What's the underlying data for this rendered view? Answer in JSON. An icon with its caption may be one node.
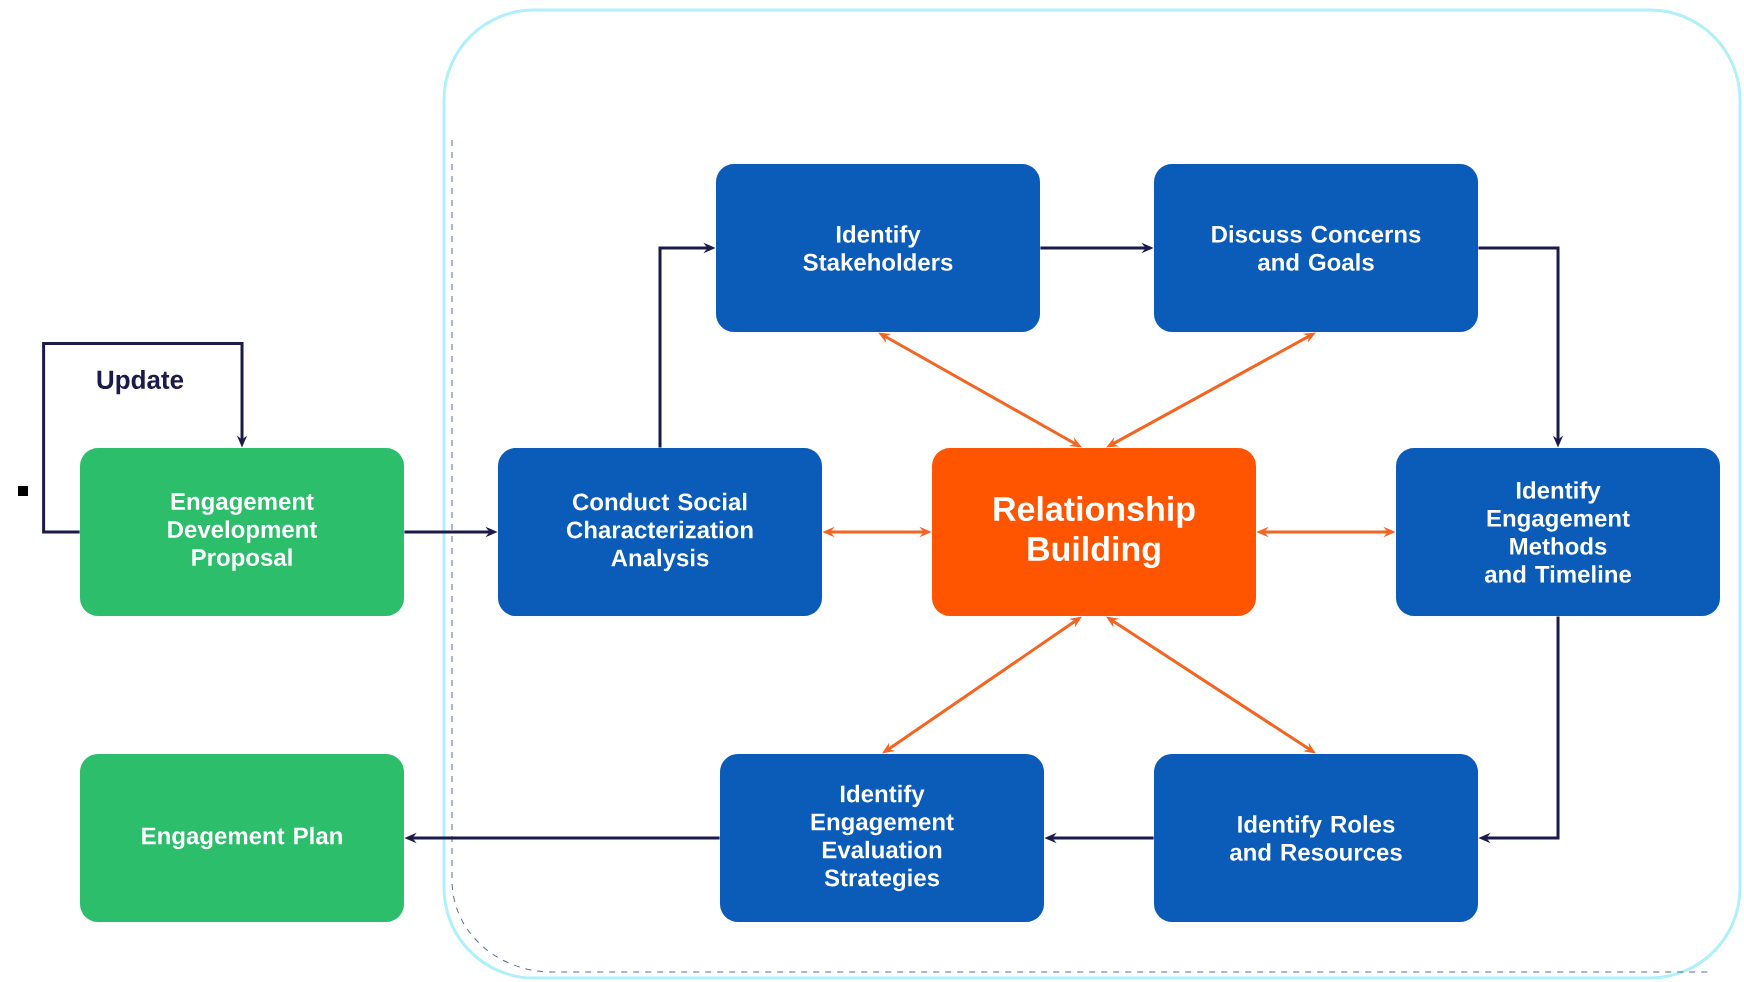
{
  "diagram": {
    "nodes": [
      {
        "text": [
          "Engagement Development Proposal"
        ]
      },
      {
        "text": [
          "Conduct Social Characterization Analysis"
        ]
      },
      {
        "text": [
          "Identify Stakeholders"
        ]
      },
      {
        "text": [
          "Discuss Concerns and Goals"
        ]
      },
      {
        "text": [
          "Relationship Building"
        ]
      },
      {
        "text": [
          "Identify Engagement Methods and Timeline"
        ]
      },
      {
        "text": [
          "Identify Engagement Evaluation Strategies"
        ]
      },
      {
        "text": [
          "Identify Roles and Resources"
        ]
      },
      {
        "text": [
          "Engagement Plan"
        ]
      }
    ],
    "edges": [
      {
        "from": 0,
        "to": 0,
        "arrow": "to",
        "label": "Update"
      },
      {
        "from": 0,
        "to": 1,
        "arrow": "to"
      },
      {
        "from": 1,
        "to": 2,
        "arrow": "to"
      },
      {
        "from": 2,
        "to": 3,
        "arrow": "to"
      },
      {
        "from": 3,
        "to": 5,
        "arrow": "to"
      },
      {
        "from": 5,
        "to": 7,
        "arrow": "to"
      },
      {
        "from": 7,
        "to": 6,
        "arrow": "to"
      },
      {
        "from": 6,
        "to": 8,
        "arrow": "to"
      },
      {
        "from": 4,
        "to": 2,
        "arrow": "both",
        "color": "#f26522"
      },
      {
        "from": 4,
        "to": 3,
        "arrow": "both",
        "color": "#f26522"
      },
      {
        "from": 4,
        "to": 1,
        "arrow": "both",
        "color": "#f26522"
      },
      {
        "from": 4,
        "to": 5,
        "arrow": "both",
        "color": "#f26522"
      },
      {
        "from": 4,
        "to": 6,
        "arrow": "both",
        "color": "#f26522"
      },
      {
        "from": 4,
        "to": 7,
        "arrow": "both",
        "color": "#f26522"
      }
    ]
  }
}
